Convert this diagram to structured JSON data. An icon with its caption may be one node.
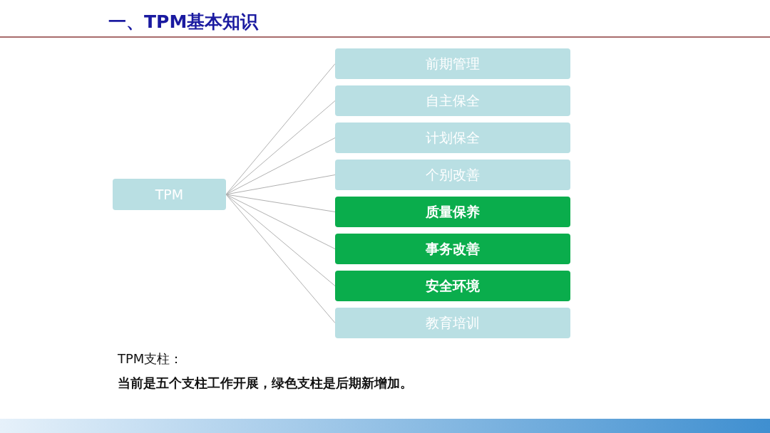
{
  "diagram": {
    "title": "一、TPM基本知识",
    "nodes": [
      {
        "text": [
          "TPM"
        ]
      },
      {
        "text": [
          "前期管理"
        ]
      },
      {
        "text": [
          "自主保全"
        ]
      },
      {
        "text": [
          "计划保全"
        ]
      },
      {
        "text": [
          "个别改善"
        ]
      },
      {
        "text": [
          "质量保养"
        ]
      },
      {
        "text": [
          "事务改善"
        ]
      },
      {
        "text": [
          "安全环境"
        ]
      },
      {
        "text": [
          "教育培训"
        ]
      }
    ],
    "edges": [
      {
        "from": 0,
        "to": 1,
        "arrow": "none"
      },
      {
        "from": 0,
        "to": 2,
        "arrow": "none"
      },
      {
        "from": 0,
        "to": 3,
        "arrow": "none"
      },
      {
        "from": 0,
        "to": 4,
        "arrow": "none"
      },
      {
        "from": 0,
        "to": 5,
        "arrow": "none"
      },
      {
        "from": 0,
        "to": 6,
        "arrow": "none"
      },
      {
        "from": 0,
        "to": 7,
        "arrow": "none"
      },
      {
        "from": 0,
        "to": 8,
        "arrow": "none"
      }
    ],
    "labels": [
      "TPM支柱：",
      "当前是五个支柱工作开展，绿色支柱是后期新增加。"
    ]
  }
}
